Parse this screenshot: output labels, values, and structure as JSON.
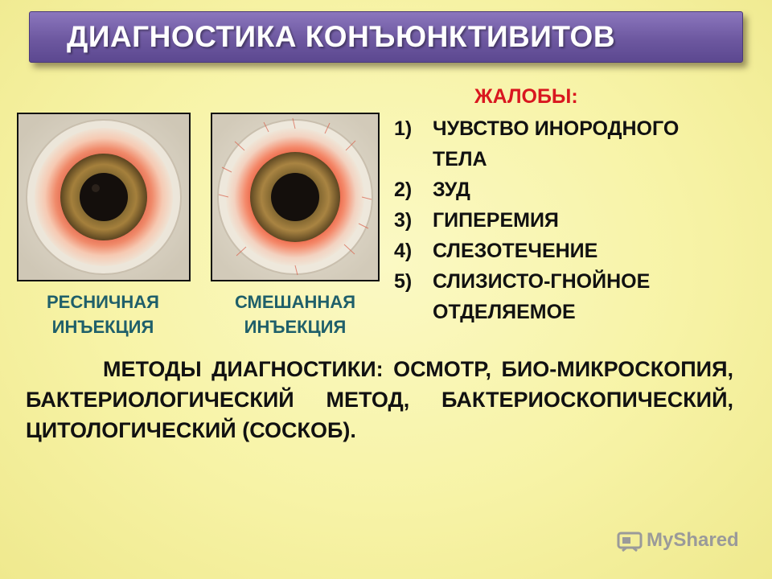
{
  "title": "ДИАГНОСТИКА КОНЪЮНКТИВИТОВ",
  "images": [
    {
      "caption_line1": "РЕСНИЧНАЯ",
      "caption_line2": "ИНЪЕКЦИЯ"
    },
    {
      "caption_line1": "СМЕШАННАЯ",
      "caption_line2": "ИНЪЕКЦИЯ"
    }
  ],
  "complaints": {
    "heading": "ЖАЛОБЫ:",
    "items": [
      {
        "num": "1)",
        "text": "ЧУВСТВО ИНОРОДНОГО ТЕЛА"
      },
      {
        "num": "2)",
        "text": "ЗУД"
      },
      {
        "num": "3)",
        "text": "ГИПЕРЕМИЯ"
      },
      {
        "num": "4)",
        "text": "СЛЕЗОТЕЧЕНИЕ"
      },
      {
        "num": "5)",
        "text": "СЛИЗИСТО-ГНОЙНОЕ ОТДЕЛЯЕМОЕ"
      }
    ]
  },
  "methods_text": "МЕТОДЫ ДИАГНОСТИКИ: ОСМОТР, БИО-МИКРОСКОПИЯ, БАКТЕРИОЛОГИЧЕСКИЙ МЕТОД, БАКТЕРИОСКОПИЧЕСКИЙ, ЦИТОЛОГИЧЕСКИЙ (СОСКОБ).",
  "watermark": {
    "text": "MyShared",
    "icon": "projector-icon"
  },
  "colors": {
    "title_bar": "#6d58a0",
    "heading_red": "#d9171f",
    "caption_teal": "#1f5f6a"
  }
}
